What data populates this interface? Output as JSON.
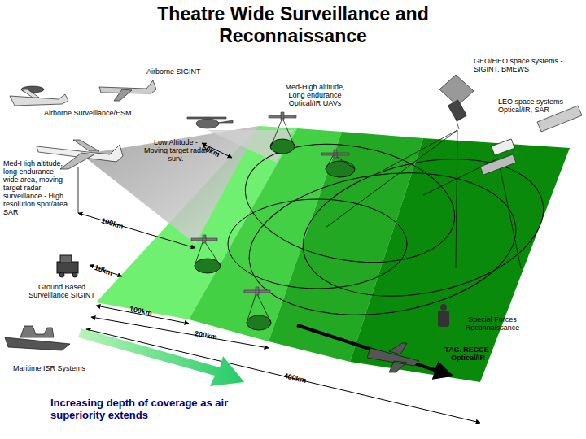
{
  "diagram": {
    "title": "Theatre Wide Surveillance and Reconnaissance",
    "labels": [
      "Airborne SIGINT",
      "Airborne Surveillance/ESM",
      "Med-High altitude, Long endurance Optical/IR UAVs",
      "GEO/HEO space systems - SIGINT, BMEWS",
      "LEO space systems - Optical/IR, SAR",
      "Low Altitude - Moving target radar surv.",
      "50km",
      "Med-High altitude, long endurance - wide area, moving target radar surveillance - High resolution spot/area SAR",
      "100km",
      "10km",
      "Ground Based Surveillance SIGINT",
      "100km",
      "200km",
      "400km",
      "Special Forces Reconnaissance",
      "TAC. RECCE- Optical/IR",
      "Maritime ISR Systems",
      "Increasing depth of coverage as air superiority extends"
    ]
  }
}
